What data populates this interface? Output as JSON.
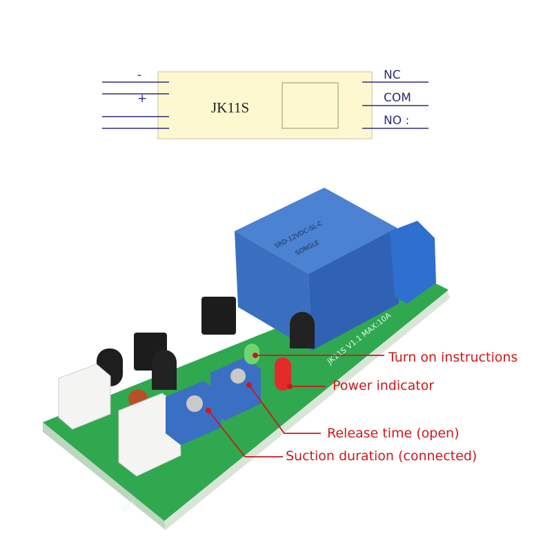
{
  "schematic": {
    "module_label": "JK11S",
    "left_pins": {
      "minus": "-",
      "plus": "+"
    },
    "right_pins": {
      "nc": "NC",
      "com": "COM",
      "no": "NO :"
    },
    "colors": {
      "box_fill": "#fdf8cf",
      "line": "#2c2a7a"
    }
  },
  "board": {
    "silkscreen": "JK11S  V1.1  MAX:10A",
    "relay_model": "SRD-12VDC-SL-C",
    "relay_brand": "SONGLE",
    "connector_label": "Key",
    "colors": {
      "pcb": "#2fa84f",
      "relay": "#2f62b5",
      "pot": "#3b6fc4"
    }
  },
  "annotations": [
    {
      "id": "turn-on",
      "label": "Turn on instructions"
    },
    {
      "id": "power",
      "label": "Power indicator"
    },
    {
      "id": "release",
      "label": "Release time (open)"
    },
    {
      "id": "suction",
      "label": "Suction duration (connected)"
    }
  ],
  "accent_color": "#d0161b"
}
